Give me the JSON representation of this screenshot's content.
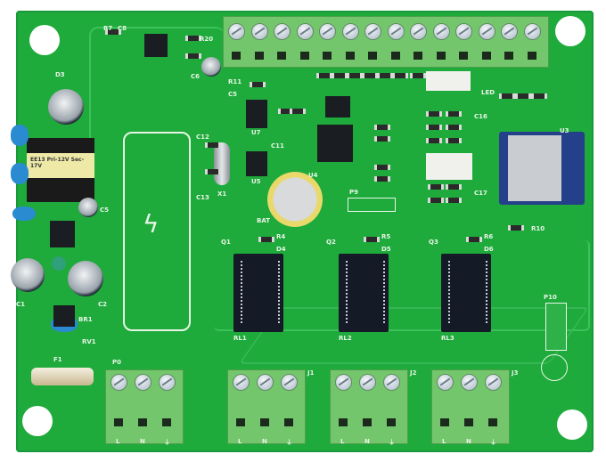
{
  "board": {
    "colors": {
      "pcb": "#1faa3c",
      "terminal": "#74c66c",
      "relay": "#141a26",
      "battery": "#e8d96a",
      "wifi_module": "#c9ccd0"
    },
    "labels": {
      "r7": "R7",
      "c8": "C8",
      "r20": "R20",
      "c6": "C6",
      "d3": "D3",
      "r11": "R11",
      "c5b": "C5",
      "u7": "U7",
      "c12": "C12",
      "c11": "C11",
      "c13": "C13",
      "x1": "X1",
      "u5": "U5",
      "bat": "BAT",
      "u4": "U4",
      "p9": "P9",
      "led": "LED",
      "u3": "U3",
      "r10": "R10",
      "c17": "C17",
      "c16": "C16",
      "c5": "C5",
      "c1": "C1",
      "c2": "C2",
      "br1": "BR1",
      "rv1": "RV1",
      "f1": "F1",
      "p0": "P0",
      "q1": "Q1",
      "q2": "Q2",
      "q3": "Q3",
      "r4": "R4",
      "d4": "D4",
      "r5": "R5",
      "d5": "D5",
      "r6": "R6",
      "d6": "D6",
      "rl1": "RL1",
      "rl2": "RL2",
      "rl3": "RL3",
      "p10": "P10",
      "j1": "J1",
      "j2": "J2",
      "j3": "J3",
      "transformer": "EE13 Pri-12V Sec-17V"
    },
    "terminal_pins": [
      "L",
      "N",
      "⏚"
    ],
    "power_symbol": "ϟ"
  }
}
